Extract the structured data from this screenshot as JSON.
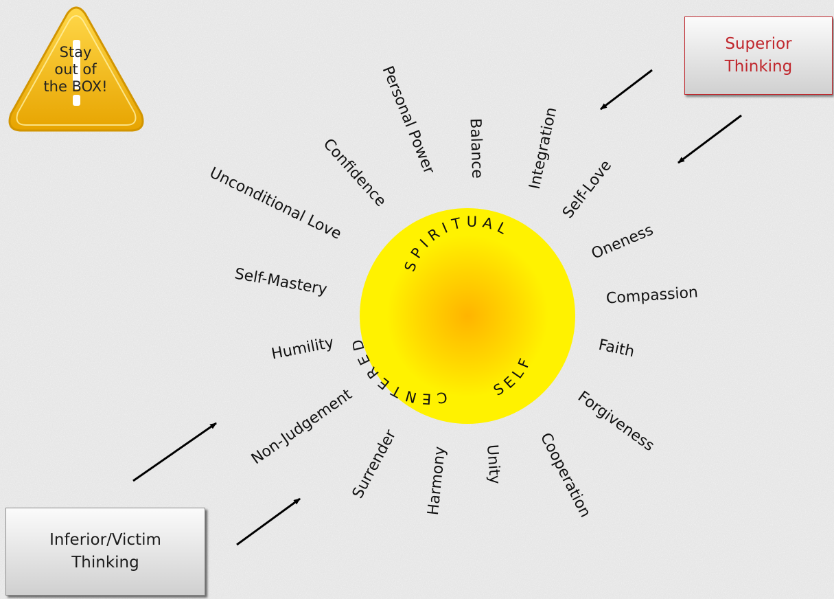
{
  "warning": {
    "lines": [
      "Stay",
      "out of",
      "the BOX!"
    ]
  },
  "superior": {
    "lines": [
      "Superior",
      "Thinking"
    ]
  },
  "inferior": {
    "lines": [
      "Inferior/Victim",
      "Thinking"
    ]
  },
  "center": {
    "top_arc": "SPIRITUAL",
    "left_arc": "CENTERED",
    "bottom_right_arc": "SELF"
  },
  "rays": {
    "personal_power": "Personal Power",
    "balance": "Balance",
    "integration": "Integration",
    "self_love": "Self-Love",
    "confidence": "Confidence",
    "unconditional_love": "Unconditional Love",
    "oneness": "Oneness",
    "self_mastery": "Self-Mastery",
    "compassion": "Compassion",
    "humility": "Humility",
    "faith": "Faith",
    "non_judgement": "Non-Judgement",
    "forgiveness": "Forgiveness",
    "surrender": "Surrender",
    "harmony": "Harmony",
    "unity": "Unity",
    "cooperation": "Cooperation"
  },
  "colors": {
    "sun_outer": "#fff200",
    "sun_inner": "#ffb400",
    "superior_text": "#c0262c",
    "warning_fill": "#f5b800"
  }
}
